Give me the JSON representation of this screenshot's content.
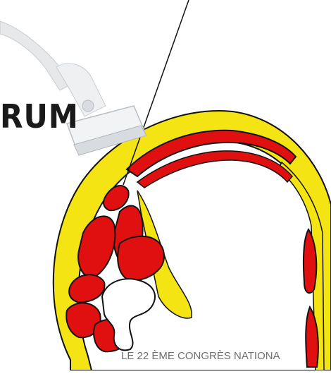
{
  "diagram": {
    "partial_label": "RUM",
    "footer_caption": "LE 22 ÈME CONGRÈS NATIONA",
    "icons": [
      "ultrasound-probe-icon",
      "needle-line"
    ],
    "colors": {
      "fat": "#f4e413",
      "muscle": "#e01010",
      "outline": "#111111",
      "probe": "#e8eaec",
      "background": "#ffffff"
    }
  }
}
